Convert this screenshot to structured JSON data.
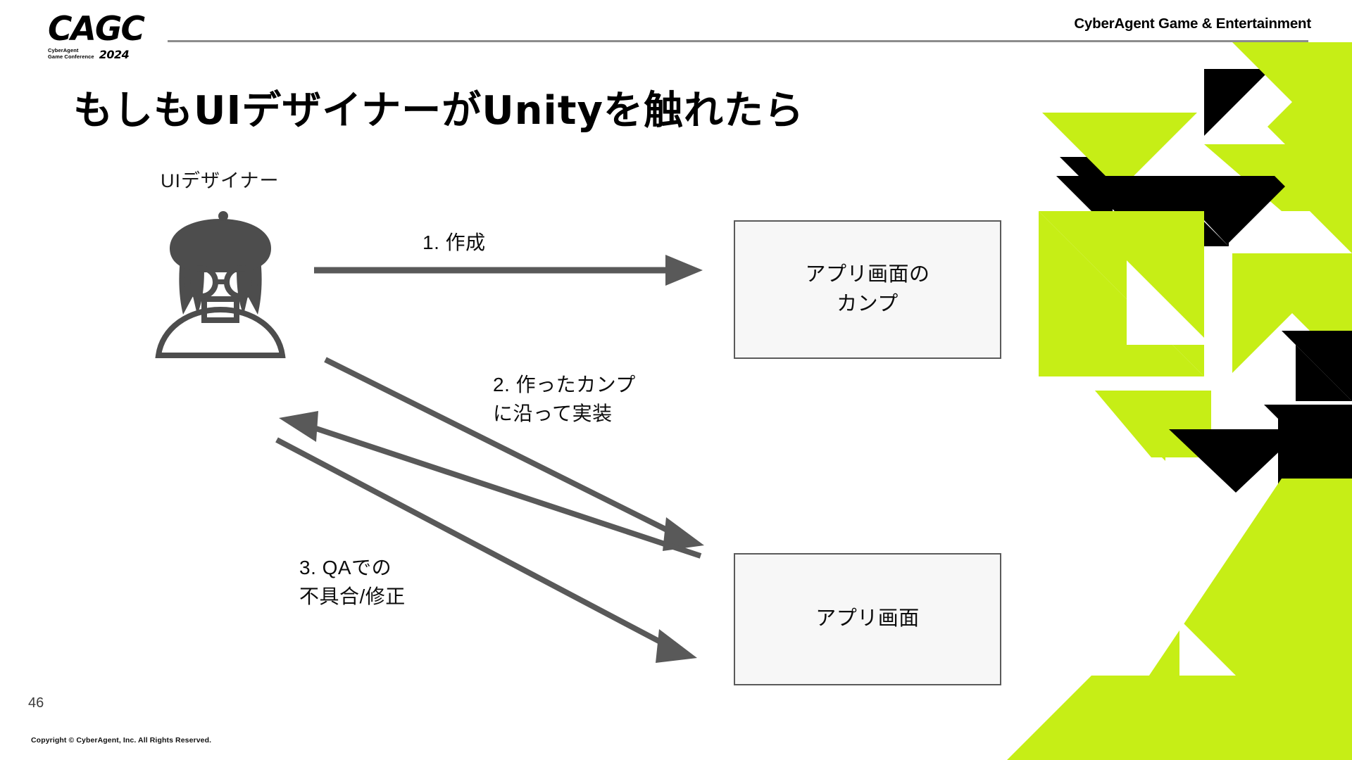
{
  "header": {
    "logo_mark": "CAGC",
    "logo_sub": "CyberAgent\nGame Conference",
    "logo_year": "2024",
    "brand": "CyberAgent Game & Entertainment"
  },
  "title": "もしもUIデザイナーがUnityを触れたら",
  "diagram": {
    "persona_label": "UIデザイナー",
    "boxes": [
      {
        "id": "box-comp",
        "label": "アプリ画面の\nカンプ"
      },
      {
        "id": "box-app",
        "label": "アプリ画面"
      }
    ],
    "arrow_labels": [
      {
        "id": "label-1",
        "text": "1. 作成"
      },
      {
        "id": "label-2",
        "text": "2. 作ったカンプ\nに沿って実装"
      },
      {
        "id": "label-3",
        "text": "3. QAでの\n不具合/修正"
      }
    ]
  },
  "footer": {
    "page_number": "46",
    "copyright": "Copyright © CyberAgent, Inc. All Rights Reserved."
  },
  "colors": {
    "accent_green": "#c6ee16",
    "black": "#000000",
    "arrow_gray": "#595959",
    "box_fill": "#f7f7f7",
    "box_border": "#5a5a5a",
    "rule_gray": "#8c8c8c"
  }
}
